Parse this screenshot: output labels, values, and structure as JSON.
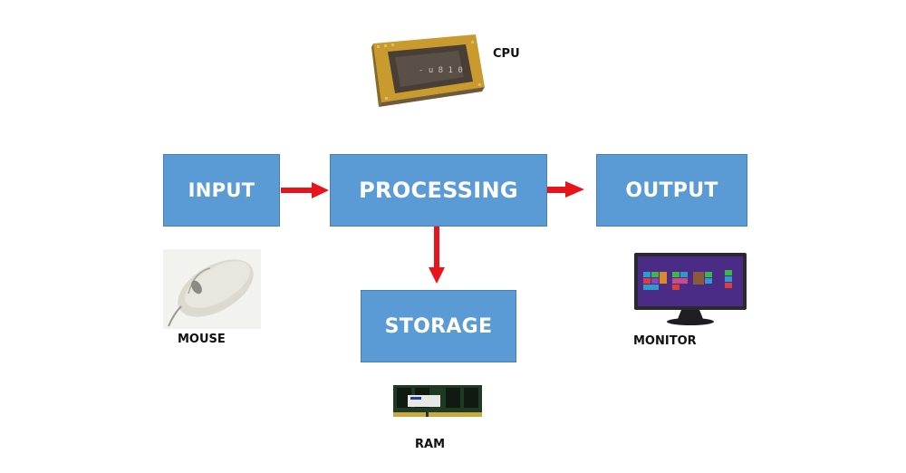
{
  "diagram": {
    "title": "Computer processing cycle",
    "colors": {
      "box_fill": "#5b9bd5",
      "box_text": "#ffffff",
      "arrow": "#e8141b",
      "label_text": "#111111"
    },
    "nodes": [
      {
        "id": "input",
        "label": "INPUT"
      },
      {
        "id": "processing",
        "label": "PROCESSING"
      },
      {
        "id": "output",
        "label": "OUTPUT"
      },
      {
        "id": "storage",
        "label": "STORAGE"
      }
    ],
    "edges": [
      {
        "from": "input",
        "to": "processing"
      },
      {
        "from": "processing",
        "to": "output"
      },
      {
        "from": "processing",
        "to": "storage"
      }
    ],
    "images": [
      {
        "id": "cpu",
        "icon": "cpu-chip-icon",
        "caption": "CPU"
      },
      {
        "id": "mouse",
        "icon": "mouse-icon",
        "caption": "MOUSE"
      },
      {
        "id": "monitor",
        "icon": "monitor-icon",
        "caption": "MONITOR"
      },
      {
        "id": "ram",
        "icon": "ram-module-icon",
        "caption": "RAM"
      }
    ]
  }
}
